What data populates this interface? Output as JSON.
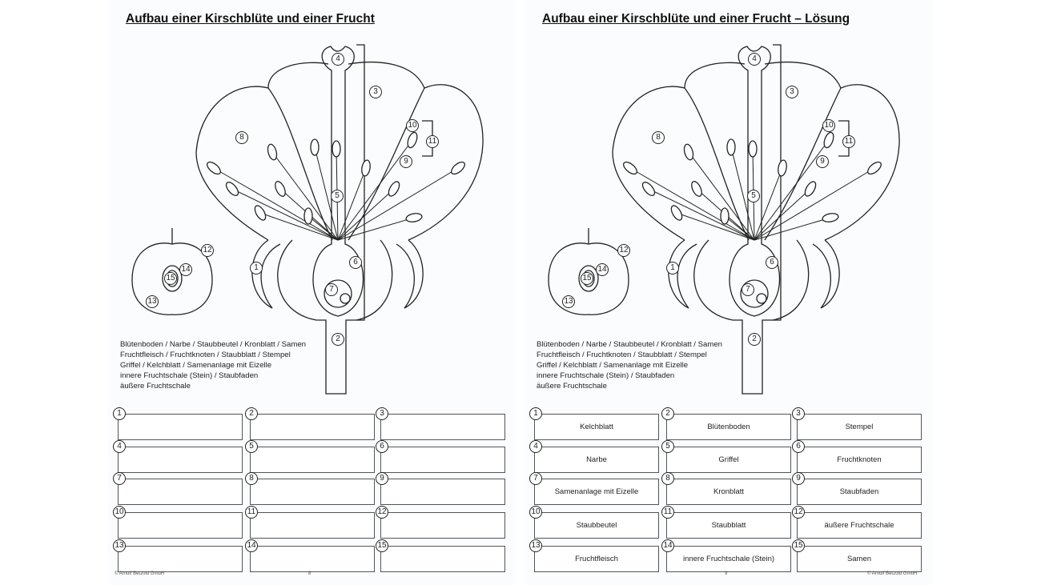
{
  "pages": [
    {
      "title": "Aufbau einer Kirschblüte und einer Frucht",
      "page_number": "8",
      "copyright": "© Arnulf Betzold GmbH",
      "answers": [
        "",
        "",
        "",
        "",
        "",
        "",
        "",
        "",
        "",
        "",
        "",
        "",
        "",
        "",
        ""
      ]
    },
    {
      "title": "Aufbau einer Kirschblüte und einer Frucht – Lösung",
      "page_number": "9",
      "copyright": "© Arnulf Betzold GmbH",
      "answers": [
        "Kelchblatt",
        "Blütenboden",
        "Stempel",
        "Narbe",
        "Griffel",
        "Fruchtknoten",
        "Samenanlage mit Eizelle",
        "Kronblatt",
        "Staubfaden",
        "Staubbeutel",
        "Staubblatt",
        "äußere Fruchtschale",
        "Fruchtfleisch",
        "innere Fruchtschale (Stein)",
        "Samen"
      ]
    }
  ],
  "word_list": [
    "Blütenboden / Narbe / Staubbeutel / Kronblatt / Samen",
    "Fruchtfleisch / Fruchtknoten / Staubblatt / Stempel",
    "Griffel / Kelchblatt / Samenanlage mit Eizelle",
    "innere Fruchtschale (Stein) / Staubfaden",
    "äußere Fruchtschale"
  ],
  "numbers": [
    "1",
    "2",
    "3",
    "4",
    "5",
    "6",
    "7",
    "8",
    "9",
    "10",
    "11",
    "12",
    "13",
    "14",
    "15"
  ]
}
